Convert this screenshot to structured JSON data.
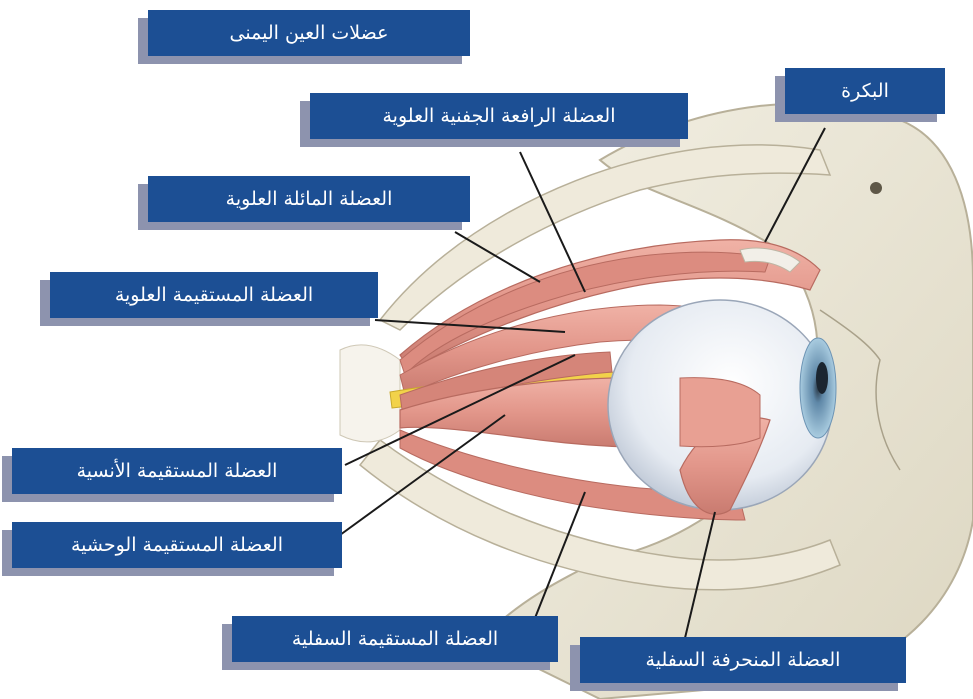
{
  "title": "عضلات العين اليمنى",
  "labels": {
    "trochlea": "البكرة",
    "levator": "العضلة الرافعة الجفنية العلوية",
    "superior_oblique": "العضلة المائلة العلوية",
    "superior_rectus": "العضلة المستقيمة العلوية",
    "medial_rectus": "العضلة المستقيمة الأنسية",
    "lateral_rectus": "العضلة المستقيمة الوحشية",
    "inferior_rectus": "العضلة المستقيمة السفلية",
    "inferior_oblique": "العضلة المنحرفة السفلية"
  },
  "colors": {
    "label_fill": "#1c4f94",
    "label_shadow": "#8d93ae",
    "label_text": "#ffffff",
    "muscle": "#e59a8f",
    "bone": "#ece8d8",
    "sclera": "#eef1f6",
    "iris": "#8fb7d2",
    "nerve": "#f2d24a"
  }
}
